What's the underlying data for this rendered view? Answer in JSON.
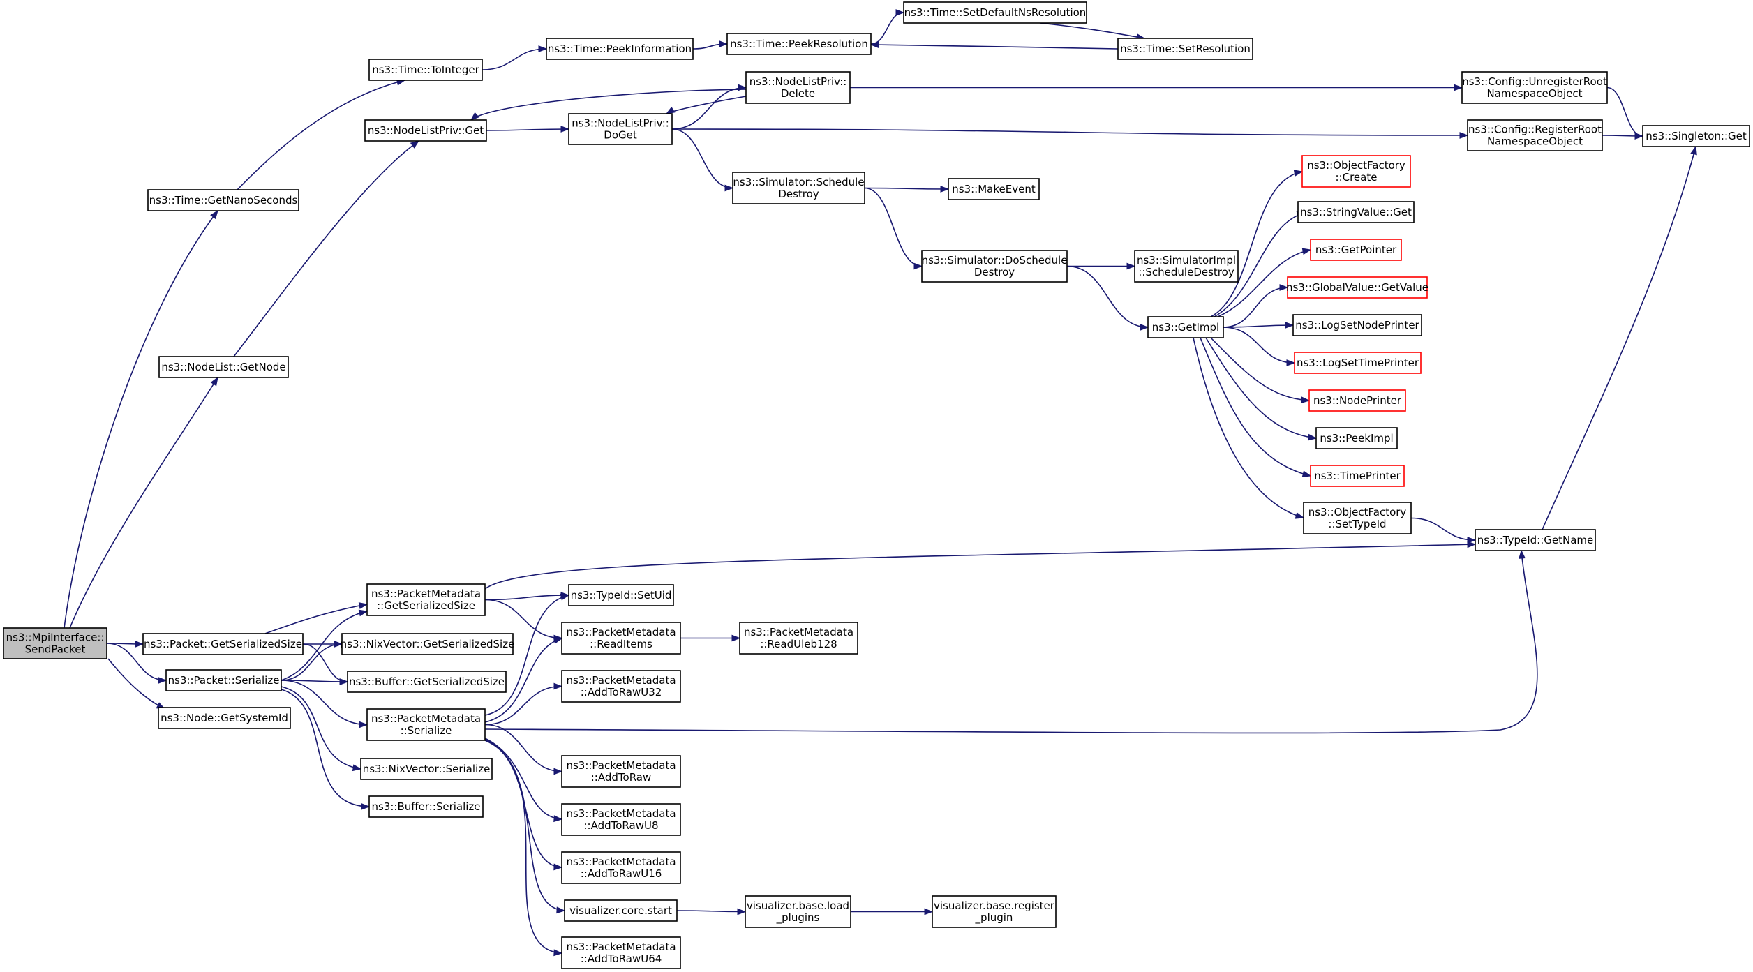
{
  "colors": {
    "edge": "#191970",
    "node_border": "#000000",
    "truncated_border": "#ff0000",
    "root_fill": "#bfbfbf"
  },
  "nodes": [
    {
      "id": "send_packet",
      "lines": [
        "ns3::MpiInterface::",
        "SendPacket"
      ],
      "style": "root"
    },
    {
      "id": "time_getnano",
      "lines": [
        "ns3::Time::GetNanoSeconds"
      ]
    },
    {
      "id": "time_tointeger",
      "lines": [
        "ns3::Time::ToInteger"
      ]
    },
    {
      "id": "time_peekinfo",
      "lines": [
        "ns3::Time::PeekInformation"
      ]
    },
    {
      "id": "time_peekres",
      "lines": [
        "ns3::Time::PeekResolution"
      ]
    },
    {
      "id": "time_setdefault",
      "lines": [
        "ns3::Time::SetDefaultNsResolution"
      ]
    },
    {
      "id": "time_setres",
      "lines": [
        "ns3::Time::SetResolution"
      ]
    },
    {
      "id": "nodelist_getnode",
      "lines": [
        "ns3::NodeList::GetNode"
      ]
    },
    {
      "id": "nlp_get",
      "lines": [
        "ns3::NodeListPriv::Get"
      ]
    },
    {
      "id": "nlp_doget",
      "lines": [
        "ns3::NodeListPriv::",
        "DoGet"
      ]
    },
    {
      "id": "nlp_delete",
      "lines": [
        "ns3::NodeListPriv::",
        "Delete"
      ]
    },
    {
      "id": "cfg_unreg",
      "lines": [
        "ns3::Config::UnregisterRoot",
        "NamespaceObject"
      ]
    },
    {
      "id": "cfg_reg",
      "lines": [
        "ns3::Config::RegisterRoot",
        "NamespaceObject"
      ]
    },
    {
      "id": "singleton_get",
      "lines": [
        "ns3::Singleton::Get"
      ]
    },
    {
      "id": "sim_schedule_destroy",
      "lines": [
        "ns3::Simulator::Schedule",
        "Destroy"
      ]
    },
    {
      "id": "make_event",
      "lines": [
        "ns3::MakeEvent"
      ]
    },
    {
      "id": "sim_doschedule_destroy",
      "lines": [
        "ns3::Simulator::DoSchedule",
        "Destroy"
      ]
    },
    {
      "id": "simimpl_schedule_destroy",
      "lines": [
        "ns3::SimulatorImpl",
        "::ScheduleDestroy"
      ]
    },
    {
      "id": "get_impl",
      "lines": [
        "ns3::GetImpl"
      ]
    },
    {
      "id": "of_create",
      "lines": [
        "ns3::ObjectFactory",
        "::Create"
      ],
      "style": "red"
    },
    {
      "id": "stringvalue_get",
      "lines": [
        "ns3::StringValue::Get"
      ]
    },
    {
      "id": "get_pointer",
      "lines": [
        "ns3::GetPointer"
      ],
      "style": "red"
    },
    {
      "id": "globalvalue_get",
      "lines": [
        "ns3::GlobalValue::GetValue"
      ],
      "style": "red"
    },
    {
      "id": "log_set_node_printer",
      "lines": [
        "ns3::LogSetNodePrinter"
      ]
    },
    {
      "id": "log_set_time_printer",
      "lines": [
        "ns3::LogSetTimePrinter"
      ],
      "style": "red"
    },
    {
      "id": "node_printer",
      "lines": [
        "ns3::NodePrinter"
      ],
      "style": "red"
    },
    {
      "id": "peek_impl",
      "lines": [
        "ns3::PeekImpl"
      ]
    },
    {
      "id": "time_printer",
      "lines": [
        "ns3::TimePrinter"
      ],
      "style": "red"
    },
    {
      "id": "of_settypeid",
      "lines": [
        "ns3::ObjectFactory",
        "::SetTypeId"
      ]
    },
    {
      "id": "typeid_getname",
      "lines": [
        "ns3::TypeId::GetName"
      ]
    },
    {
      "id": "pkt_getser",
      "lines": [
        "ns3::Packet::GetSerializedSize"
      ]
    },
    {
      "id": "pkt_ser",
      "lines": [
        "ns3::Packet::Serialize"
      ]
    },
    {
      "id": "node_getsys",
      "lines": [
        "ns3::Node::GetSystemId"
      ]
    },
    {
      "id": "pm_getser",
      "lines": [
        "ns3::PacketMetadata",
        "::GetSerializedSize"
      ]
    },
    {
      "id": "nix_getser",
      "lines": [
        "ns3::NixVector::GetSerializedSize"
      ]
    },
    {
      "id": "buf_getser",
      "lines": [
        "ns3::Buffer::GetSerializedSize"
      ]
    },
    {
      "id": "pm_ser",
      "lines": [
        "ns3::PacketMetadata",
        "::Serialize"
      ]
    },
    {
      "id": "nix_ser",
      "lines": [
        "ns3::NixVector::Serialize"
      ]
    },
    {
      "id": "buf_ser",
      "lines": [
        "ns3::Buffer::Serialize"
      ]
    },
    {
      "id": "typeid_setuid",
      "lines": [
        "ns3::TypeId::SetUid"
      ]
    },
    {
      "id": "pm_readitems",
      "lines": [
        "ns3::PacketMetadata",
        "::ReadItems"
      ]
    },
    {
      "id": "pm_readuleb",
      "lines": [
        "ns3::PacketMetadata",
        "::ReadUleb128"
      ]
    },
    {
      "id": "pm_addtorawu32",
      "lines": [
        "ns3::PacketMetadata",
        "::AddToRawU32"
      ]
    },
    {
      "id": "pm_addtoraw",
      "lines": [
        "ns3::PacketMetadata",
        "::AddToRaw"
      ]
    },
    {
      "id": "pm_addtorawu8",
      "lines": [
        "ns3::PacketMetadata",
        "::AddToRawU8"
      ]
    },
    {
      "id": "pm_addtorawu16",
      "lines": [
        "ns3::PacketMetadata",
        "::AddToRawU16"
      ]
    },
    {
      "id": "vis_core_start",
      "lines": [
        "visualizer.core.start"
      ]
    },
    {
      "id": "vis_load_plugins",
      "lines": [
        "visualizer.base.load",
        "_plugins"
      ]
    },
    {
      "id": "vis_register_plugin",
      "lines": [
        "visualizer.base.register",
        "_plugin"
      ]
    },
    {
      "id": "pm_addtorawu64",
      "lines": [
        "ns3::PacketMetadata",
        "::AddToRawU64"
      ]
    }
  ],
  "edges": [
    [
      "send_packet",
      "time_getnano"
    ],
    [
      "send_packet",
      "nodelist_getnode"
    ],
    [
      "send_packet",
      "pkt_getser"
    ],
    [
      "send_packet",
      "pkt_ser"
    ],
    [
      "send_packet",
      "node_getsys"
    ],
    [
      "time_getnano",
      "time_tointeger"
    ],
    [
      "time_tointeger",
      "time_peekinfo"
    ],
    [
      "time_peekinfo",
      "time_peekres"
    ],
    [
      "time_peekres",
      "time_setdefault"
    ],
    [
      "time_setdefault",
      "time_setres"
    ],
    [
      "time_setres",
      "time_peekres"
    ],
    [
      "nodelist_getnode",
      "nlp_get"
    ],
    [
      "nlp_get",
      "nlp_doget"
    ],
    [
      "nlp_doget",
      "nlp_delete"
    ],
    [
      "nlp_doget",
      "cfg_reg"
    ],
    [
      "nlp_doget",
      "sim_schedule_destroy"
    ],
    [
      "nlp_delete",
      "nlp_get"
    ],
    [
      "nlp_delete",
      "nlp_doget"
    ],
    [
      "nlp_delete",
      "cfg_unreg"
    ],
    [
      "cfg_unreg",
      "singleton_get"
    ],
    [
      "cfg_reg",
      "singleton_get"
    ],
    [
      "sim_schedule_destroy",
      "make_event"
    ],
    [
      "sim_schedule_destroy",
      "sim_doschedule_destroy"
    ],
    [
      "sim_doschedule_destroy",
      "simimpl_schedule_destroy"
    ],
    [
      "sim_doschedule_destroy",
      "get_impl"
    ],
    [
      "get_impl",
      "of_create"
    ],
    [
      "get_impl",
      "stringvalue_get"
    ],
    [
      "get_impl",
      "get_pointer"
    ],
    [
      "get_impl",
      "globalvalue_get"
    ],
    [
      "get_impl",
      "log_set_node_printer"
    ],
    [
      "get_impl",
      "log_set_time_printer"
    ],
    [
      "get_impl",
      "node_printer"
    ],
    [
      "get_impl",
      "peek_impl"
    ],
    [
      "get_impl",
      "time_printer"
    ],
    [
      "get_impl",
      "of_settypeid"
    ],
    [
      "of_settypeid",
      "typeid_getname"
    ],
    [
      "typeid_getname",
      "singleton_get"
    ],
    [
      "pkt_getser",
      "pm_getser"
    ],
    [
      "pkt_getser",
      "nix_getser"
    ],
    [
      "pkt_getser",
      "buf_getser"
    ],
    [
      "pkt_ser",
      "pm_getser"
    ],
    [
      "pkt_ser",
      "nix_getser"
    ],
    [
      "pkt_ser",
      "buf_getser"
    ],
    [
      "pkt_ser",
      "pm_ser"
    ],
    [
      "pkt_ser",
      "nix_ser"
    ],
    [
      "pkt_ser",
      "buf_ser"
    ],
    [
      "pm_getser",
      "typeid_getname"
    ],
    [
      "pm_getser",
      "typeid_setuid"
    ],
    [
      "pm_getser",
      "pm_readitems"
    ],
    [
      "pm_readitems",
      "pm_readuleb"
    ],
    [
      "pm_ser",
      "typeid_getname"
    ],
    [
      "pm_ser",
      "typeid_setuid"
    ],
    [
      "pm_ser",
      "pm_readitems"
    ],
    [
      "pm_ser",
      "pm_addtorawu32"
    ],
    [
      "pm_ser",
      "pm_addtoraw"
    ],
    [
      "pm_ser",
      "pm_addtorawu8"
    ],
    [
      "pm_ser",
      "pm_addtorawu16"
    ],
    [
      "pm_ser",
      "vis_core_start"
    ],
    [
      "pm_ser",
      "pm_addtorawu64"
    ],
    [
      "vis_core_start",
      "vis_load_plugins"
    ],
    [
      "vis_load_plugins",
      "vis_register_plugin"
    ]
  ]
}
